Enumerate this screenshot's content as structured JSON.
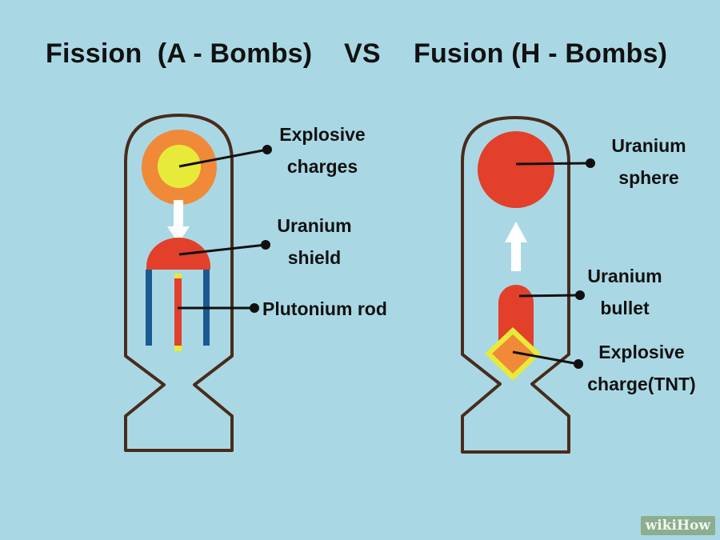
{
  "title": {
    "left": "Fission  (A - Bombs)",
    "vs": "VS",
    "right": "Fusion (H - Bombs)"
  },
  "fission": {
    "explosive_charges": [
      "Explosive",
      "charges"
    ],
    "uranium_shield": [
      "Uranium",
      "shield"
    ],
    "plutonium_rod": "Plutonium rod"
  },
  "fusion": {
    "uranium_sphere": [
      "Uranium",
      "sphere"
    ],
    "uranium_bullet": [
      "Uranium",
      "bullet"
    ],
    "explosive_charge": [
      "Explosive",
      "charge(TNT)"
    ]
  },
  "watermark": {
    "prefix": "wiki",
    "suffix": "How"
  },
  "colors": {
    "background": "#a9d8e4",
    "outline": "#4a2b1b",
    "orange": "#f08a38",
    "yellow": "#e8ea3a",
    "red": "#e2402a",
    "blue": "#1b5a91",
    "white": "#ffffff"
  }
}
